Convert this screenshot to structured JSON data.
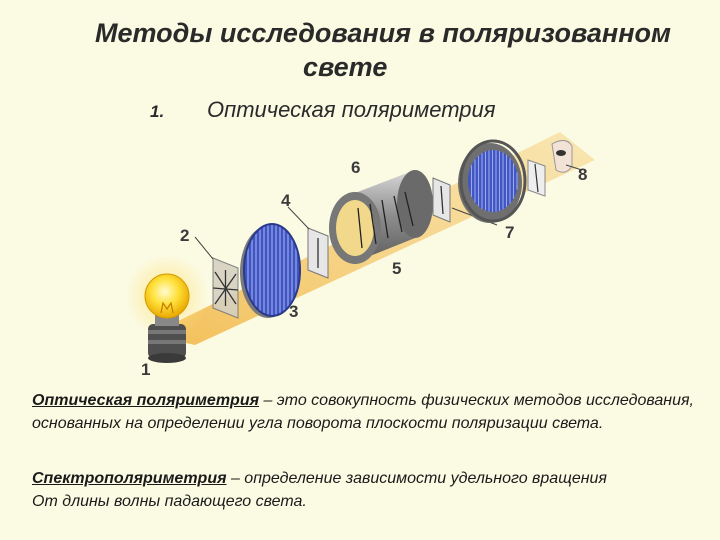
{
  "title": {
    "line1": "Методы исследования в поляризованном",
    "line2": "свете"
  },
  "subtitle": {
    "number": "1.",
    "text": "Оптическая поляриметрия"
  },
  "diagram": {
    "labels": {
      "l1": "1",
      "l2": "2",
      "l3": "3",
      "l4": "4",
      "l5": "5",
      "l6": "6",
      "l7": "7",
      "l8": "8"
    },
    "colors": {
      "beam": "#f2b94a",
      "polarizer_blue": "#3f55c4",
      "tube_gray": "#8f8f8f",
      "bulb": "#ffd21a"
    }
  },
  "definitions": {
    "p1_term": "Оптическая поляриметрия",
    "p1_rest": " – это совокупность физических методов исследования, основанных на определении угла поворота плоскости поляризации света.",
    "p2_term": "Спектрополяриметрия",
    "p2_line1": " – определение зависимости удельного вращения",
    "p2_line2": "От длины волны падающего света."
  }
}
